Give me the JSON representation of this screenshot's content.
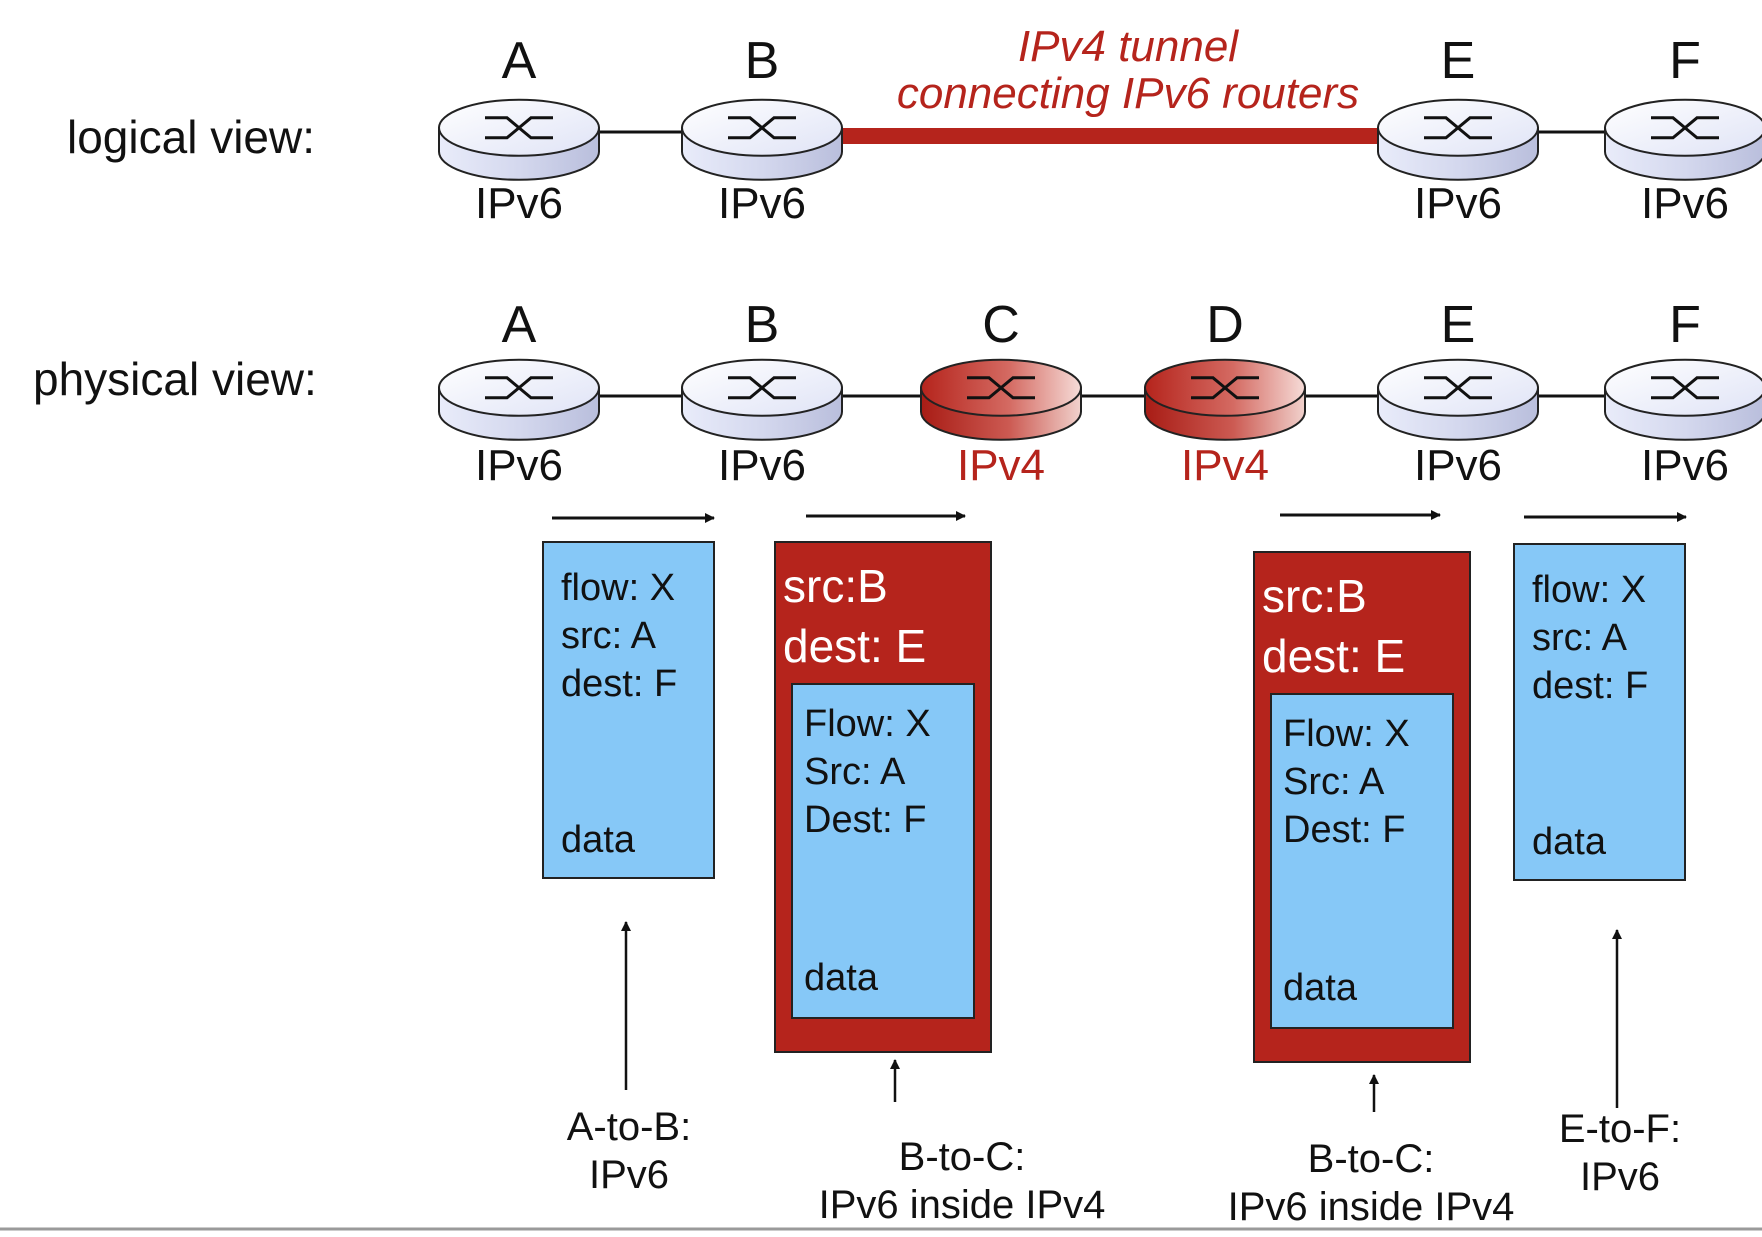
{
  "colors": {
    "ipv4_red": "#b5241c",
    "ipv4_text": "#b5241c",
    "ipv6_router_top": "#eef0fb",
    "ipv6_router_side": "#c9cde6",
    "packet_blue": "#86c8f7",
    "text": "#111111"
  },
  "logical": {
    "title": "logical view:",
    "tunnel_line1": "IPv4 tunnel",
    "tunnel_line2": "connecting IPv6 routers",
    "routers": [
      {
        "letter": "A",
        "type": "IPv6"
      },
      {
        "letter": "B",
        "type": "IPv6"
      },
      {
        "letter": "E",
        "type": "IPv6"
      },
      {
        "letter": "F",
        "type": "IPv6"
      }
    ]
  },
  "physical": {
    "title": "physical view:",
    "routers": [
      {
        "letter": "A",
        "type": "IPv6"
      },
      {
        "letter": "B",
        "type": "IPv6"
      },
      {
        "letter": "C",
        "type": "IPv4"
      },
      {
        "letter": "D",
        "type": "IPv4"
      },
      {
        "letter": "E",
        "type": "IPv6"
      },
      {
        "letter": "F",
        "type": "IPv6"
      }
    ]
  },
  "packets": [
    {
      "kind": "ipv6",
      "lines": [
        "flow: X",
        "src: A",
        "dest: F"
      ],
      "data": "data",
      "caption": [
        "A-to-B:",
        "IPv6"
      ]
    },
    {
      "kind": "ipv4",
      "outer": [
        "src:B",
        "dest: E"
      ],
      "lines": [
        "Flow: X",
        "Src: A",
        "Dest: F"
      ],
      "data": "data",
      "caption": [
        "B-to-C:",
        "IPv6 inside IPv4"
      ]
    },
    {
      "kind": "ipv4",
      "outer": [
        "src:B",
        "dest: E"
      ],
      "lines": [
        "Flow: X",
        "Src: A",
        "Dest: F"
      ],
      "data": "data",
      "caption": [
        "B-to-C:",
        "IPv6 inside IPv4"
      ]
    },
    {
      "kind": "ipv6",
      "lines": [
        "flow: X",
        "src: A",
        "dest: F"
      ],
      "data": "data",
      "caption": [
        "E-to-F:",
        "IPv6"
      ]
    }
  ]
}
